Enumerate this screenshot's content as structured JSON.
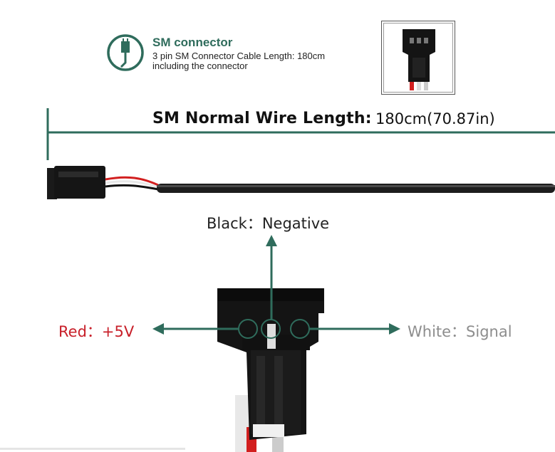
{
  "header": {
    "title": "SM connector",
    "description": "3 pin SM Connector Cable Length: 180cm including the connector"
  },
  "dimension": {
    "label": "SM Normal Wire Length:",
    "value": "180cm(70.87in)"
  },
  "pins": {
    "black": "Black：Negative",
    "red": "Red：+5V",
    "white": "White：Signal"
  },
  "colors": {
    "accent": "#2f6c5c",
    "red_label": "#c8202a",
    "white_label": "#8d8d8d",
    "connector_body": "#141414"
  },
  "icons": {
    "header": "connector-plug-icon"
  }
}
